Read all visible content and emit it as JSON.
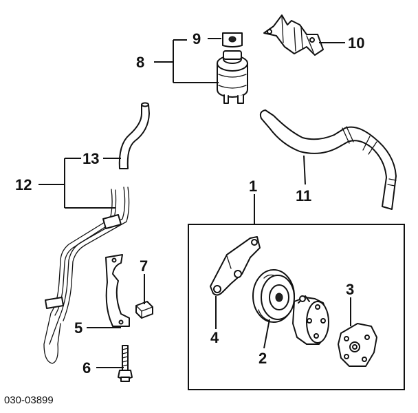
{
  "diagram": {
    "callouts": {
      "c1": "1",
      "c2": "2",
      "c3": "3",
      "c4": "4",
      "c5": "5",
      "c6": "6",
      "c7": "7",
      "c8": "8",
      "c9": "9",
      "c10": "10",
      "c11": "11",
      "c12": "12",
      "c13": "13"
    },
    "reference_code": "030-03899"
  }
}
